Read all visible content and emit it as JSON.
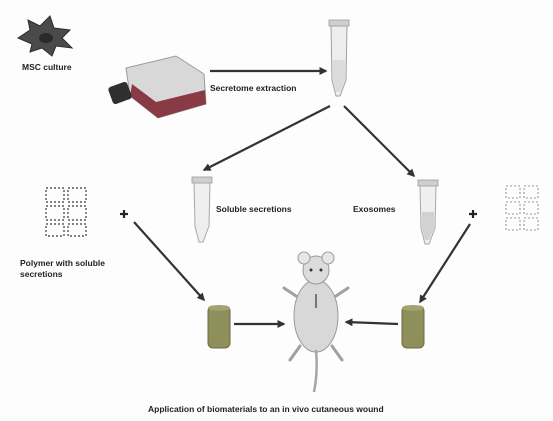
{
  "labels": {
    "msc_culture": "MSC culture",
    "secretome_extraction": "Secretome extraction",
    "soluble_secretions": "Soluble secretions",
    "exosomes": "Exosomes",
    "polymer_line1": "Polymer with soluble",
    "polymer_line2": "secretions",
    "caption": "Application of biomaterials to an in vivo cutaneous wound"
  },
  "icons": {
    "msc_cell": "msc-cell-icon",
    "flask": "culture-flask-icon",
    "tube": "centrifuge-tube-icon",
    "polymer": "polymer-network-icon",
    "scaffold": "scaffold-cylinder-icon",
    "mouse": "mouse-icon",
    "plus": "plus-icon",
    "arrow": "arrow-icon"
  },
  "colors": {
    "cell": "#4a4a4a",
    "flask_liquid": "#8a3a44",
    "flask_glass": "#d8d8d8",
    "tube_glass": "#dcdcdc",
    "scaffold": "#8f8f5c",
    "mouse_body": "#d8d8d8",
    "arrow": "#333333"
  }
}
